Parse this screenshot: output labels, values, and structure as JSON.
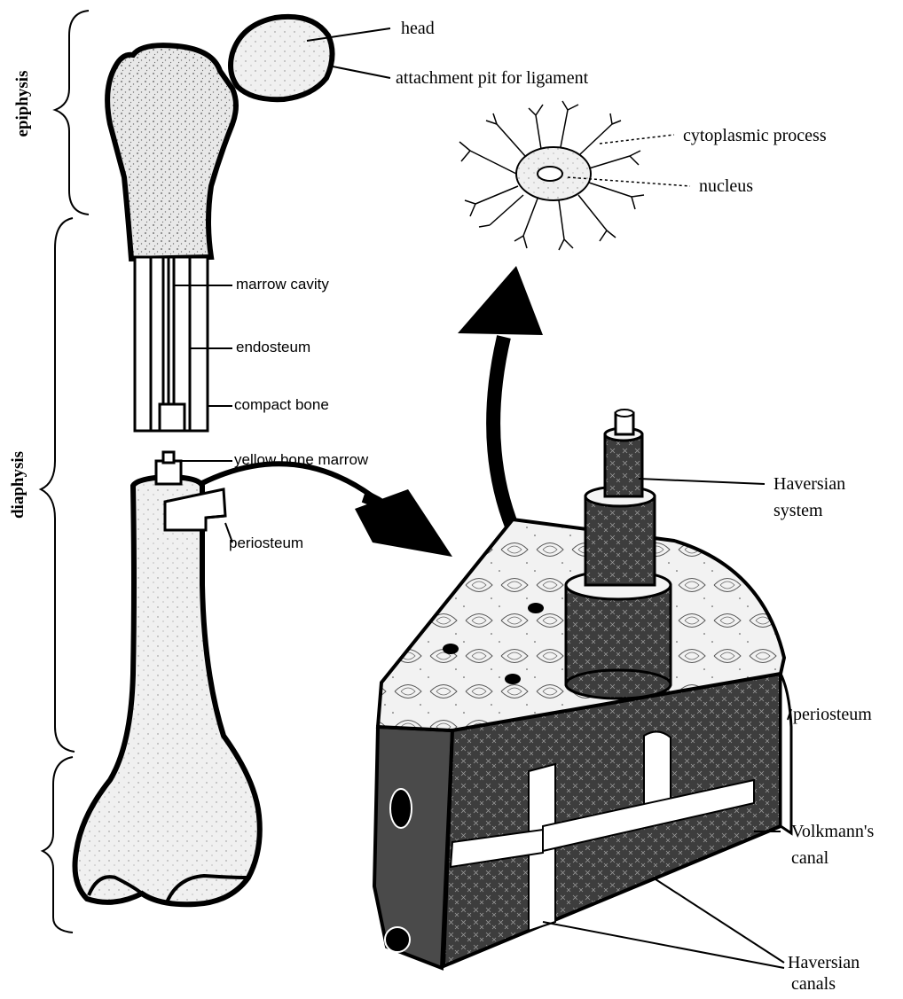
{
  "regions": {
    "epiphysis": "epiphysis",
    "diaphysis": "diaphysis"
  },
  "labels": {
    "head": "head",
    "attachment_pit": "attachment pit for ligament",
    "cytoplasmic_process": "cytoplasmic process",
    "nucleus": "nucleus",
    "marrow_cavity": "marrow cavity",
    "endosteum": "endosteum",
    "compact_bone": "compact bone",
    "yellow_bone_marrow": "yellow bone marrow",
    "periosteum_left": "periosteum",
    "haversian_system_line1": "Haversian",
    "haversian_system_line2": "system",
    "periosteum_right": "periosteum",
    "volkmanns_canal_line1": "Volkmann's",
    "volkmanns_canal_line2": "canal",
    "haversian_canals_line1": "Haversian",
    "haversian_canals_line2": "canals"
  },
  "colors": {
    "ink": "#000000",
    "bone_fill": "#e6e6e6",
    "block_dark": "#3a3a3a",
    "paper": "#ffffff"
  }
}
